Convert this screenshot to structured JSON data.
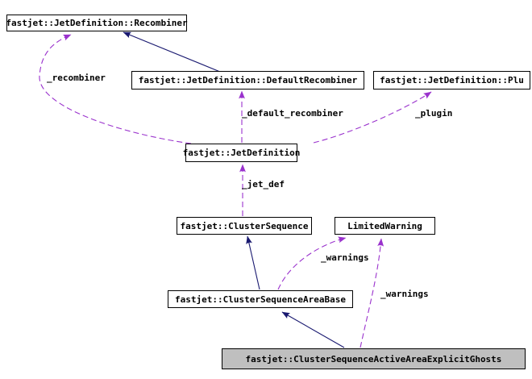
{
  "diagram": {
    "kind": "doxygen-collaboration-graph",
    "focus_node": "fastjet::ClusterSequenceActiveAreaExplicitGhosts",
    "colors": {
      "inheritance_edge": "#191970",
      "usage_edge": "#9a32cd",
      "node_border": "#000000",
      "node_fill": "#ffffff",
      "focus_node_fill": "#bfbfbf",
      "text": "#000000",
      "background": "#ffffff"
    },
    "nodes": [
      {
        "id": "recombiner",
        "label": "fastjet::JetDefinition::Recombiner"
      },
      {
        "id": "default-recombiner",
        "label": "fastjet::JetDefinition::DefaultRecombiner"
      },
      {
        "id": "plugin",
        "label": "fastjet::JetDefinition::Plu"
      },
      {
        "id": "jet-definition",
        "label": "fastjet::JetDefinition"
      },
      {
        "id": "cluster-sequence",
        "label": "fastjet::ClusterSequence"
      },
      {
        "id": "limited-warning",
        "label": "LimitedWarning"
      },
      {
        "id": "area-base",
        "label": "fastjet::ClusterSequenceAreaBase"
      },
      {
        "id": "ghosts",
        "label": "fastjet::ClusterSequenceActiveAreaExplicitGhosts"
      }
    ],
    "edges": [
      {
        "from": "fastjet::JetDefinition::DefaultRecombiner",
        "to": "fastjet::JetDefinition::Recombiner",
        "type": "inheritance",
        "label": ""
      },
      {
        "from": "fastjet::JetDefinition",
        "to": "fastjet::JetDefinition::Recombiner",
        "type": "usage",
        "label": "_recombiner"
      },
      {
        "from": "fastjet::JetDefinition",
        "to": "fastjet::JetDefinition::DefaultRecombiner",
        "type": "usage",
        "label": "_default_recombiner"
      },
      {
        "from": "fastjet::JetDefinition",
        "to": "fastjet::JetDefinition::Plu",
        "type": "usage",
        "label": "_plugin"
      },
      {
        "from": "fastjet::ClusterSequence",
        "to": "fastjet::JetDefinition",
        "type": "usage",
        "label": "_jet_def"
      },
      {
        "from": "fastjet::ClusterSequenceAreaBase",
        "to": "fastjet::ClusterSequence",
        "type": "inheritance",
        "label": ""
      },
      {
        "from": "fastjet::ClusterSequenceAreaBase",
        "to": "LimitedWarning",
        "type": "usage",
        "label": "_warnings"
      },
      {
        "from": "fastjet::ClusterSequenceActiveAreaExplicitGhosts",
        "to": "fastjet::ClusterSequenceAreaBase",
        "type": "inheritance",
        "label": ""
      },
      {
        "from": "fastjet::ClusterSequenceActiveAreaExplicitGhosts",
        "to": "LimitedWarning",
        "type": "usage",
        "label": "_warnings"
      }
    ]
  }
}
